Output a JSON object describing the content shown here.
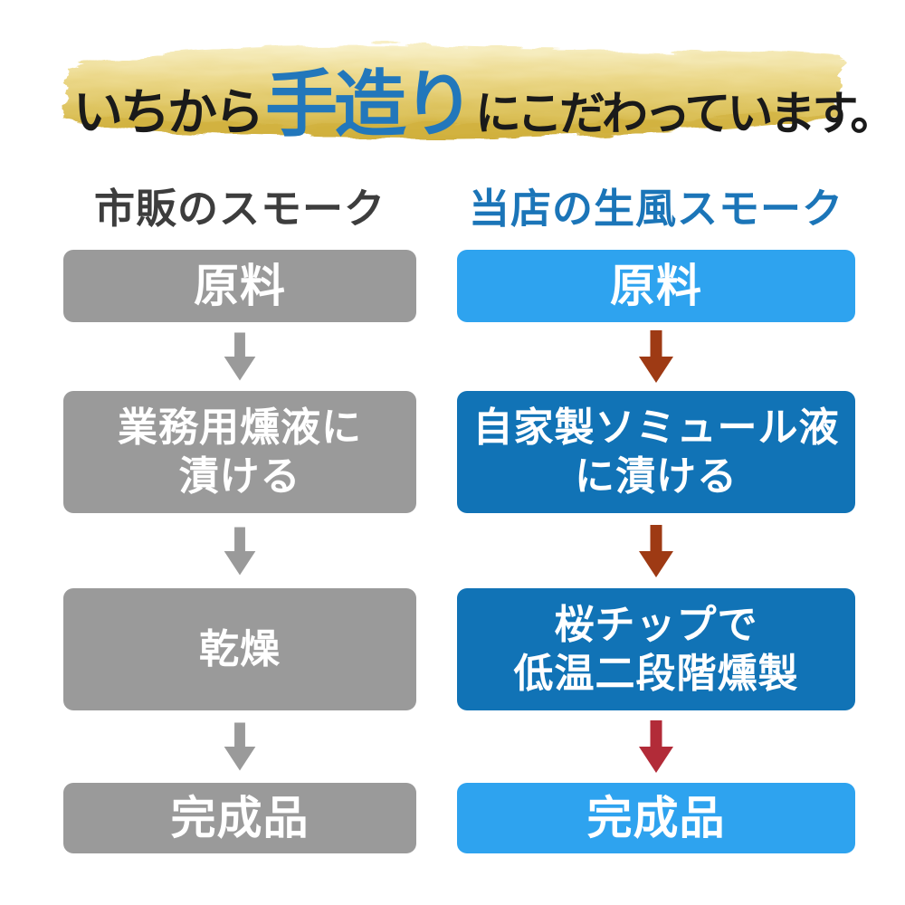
{
  "header": {
    "part1": "いちから",
    "part2": "手造り",
    "part3": "にこだわっています。"
  },
  "left_column": {
    "title": "市販のスモーク",
    "steps": [
      {
        "lines": [
          "原料"
        ]
      },
      {
        "lines": [
          "業務用燻液に",
          "漬ける"
        ]
      },
      {
        "lines": [
          "乾燥"
        ]
      },
      {
        "lines": [
          "完成品"
        ]
      }
    ]
  },
  "right_column": {
    "title": "当店の生風スモーク",
    "steps": [
      {
        "lines": [
          "原料"
        ]
      },
      {
        "lines": [
          "自家製ソミュール液",
          "に漬ける"
        ]
      },
      {
        "lines": [
          "桜チップで",
          "低温二段階燻製"
        ]
      },
      {
        "lines": [
          "完成品"
        ]
      }
    ]
  },
  "colors": {
    "accent_blue_text": "#2277bb",
    "right_title_blue": "#1b75b8",
    "left_title_gray": "#3d3d3d",
    "gray_box": "#9a9a9a",
    "light_blue_box": "#2ea3ef",
    "dark_blue_box": "#1173b6",
    "gray_arrow": "#9a9a9a",
    "red_arrow_1": "#9e3a14",
    "red_arrow_2": "#9e3a14",
    "red_arrow_3": "#b22b38",
    "gold_brush_light": "#f6ecbe",
    "gold_brush_mid": "#e3cc72",
    "gold_brush_dark": "#cfae3a",
    "box_text": "#ffffff",
    "background": "#ffffff"
  }
}
